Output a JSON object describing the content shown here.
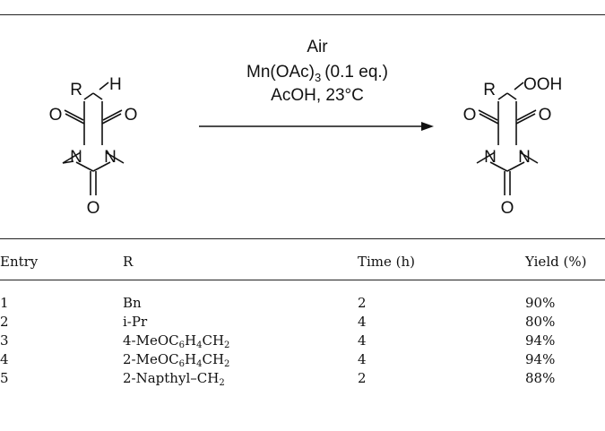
{
  "reaction": {
    "reagents": [
      "Air",
      "Mn(OAc)",
      "(0.1 eq.)",
      "AcOH, 23°C"
    ],
    "reagent_sub": "3",
    "reactant": {
      "r": "R",
      "h": "H",
      "o_left": "O",
      "o_right": "O",
      "n_left": "N",
      "n_right": "N",
      "o_bottom": "O"
    },
    "product": {
      "r": "R",
      "ooh": "OOH",
      "o_left": "O",
      "o_right": "O",
      "n_left": "N",
      "n_right": "N",
      "o_bottom": "O"
    }
  },
  "table": {
    "headers": [
      "Entry",
      "R",
      "Time (h)",
      "Yield (%)"
    ],
    "rows": [
      {
        "entry": "1",
        "r_main": "Bn",
        "time": "2",
        "yield": "90%"
      },
      {
        "entry": "2",
        "r_main": "i-Pr",
        "time": "4",
        "yield": "80%"
      },
      {
        "entry": "3",
        "r_a": "4-MeOC",
        "r_sub1": "6",
        "r_b": "H",
        "r_sub2": "4",
        "r_c": "CH",
        "r_sub3": "2",
        "time": "4",
        "yield": "94%"
      },
      {
        "entry": "4",
        "r_a": "2-MeOC",
        "r_sub1": "6",
        "r_b": "H",
        "r_sub2": "4",
        "r_c": "CH",
        "r_sub3": "2",
        "time": "4",
        "yield": "94%"
      },
      {
        "entry": "5",
        "r_a": "2-Napthyl–CH",
        "r_sub1": "2",
        "time": "2",
        "yield": "88%"
      }
    ]
  }
}
